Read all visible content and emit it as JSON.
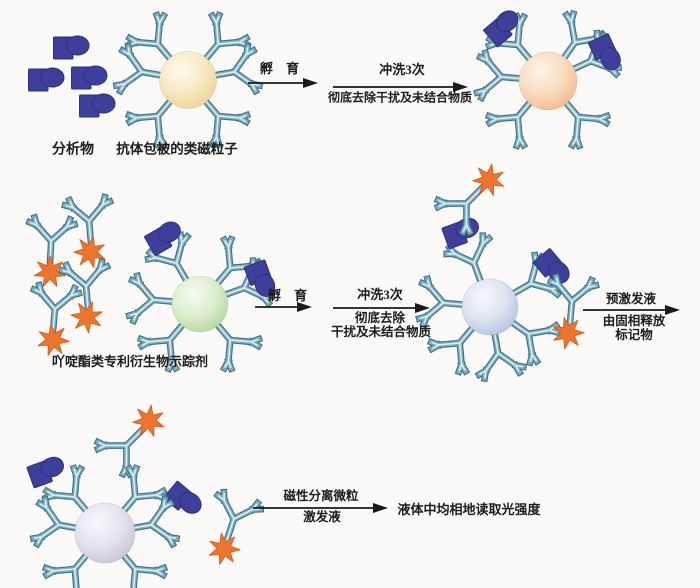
{
  "labels": {
    "analyte": "分析物",
    "particle": "抗体包被的类磁粒子",
    "incubate1": "孵 育",
    "wash1_line1": "冲洗3次",
    "wash1_line2": "彻底去除干扰及未结合物质",
    "tracer": "吖啶酯类专利衍生物示踪剂",
    "incubate2": "孵 育",
    "wash2_line1": "冲洗3次",
    "wash2_line2": "彻底去除",
    "wash2_line3": "干扰及未结合物质",
    "pretrigger_line1": "预激发液",
    "pretrigger_line2": "由固相释放",
    "pretrigger_line3": "标记物",
    "separation_line1": "磁性分离微粒",
    "separation_line2": "激发液",
    "readout": "液体中均相地读取光强度"
  },
  "colors": {
    "background": "#fbfaf8",
    "antibody_mid": "#7fb0c2",
    "antibody_dark": "#3e7084",
    "antibody_light": "#dcf0f5",
    "analyte_blue": "#3d3f9b",
    "tracer_star_orange": "#ec7530",
    "particle_yellow": "#eecd8c",
    "particle_orange": "#f0b488",
    "particle_green": "#abd596",
    "particle_blue": "#aebce0",
    "particle_gray": "#c4bfd3",
    "arrow_black": "#1a1a1a",
    "text": "#1c1c1c"
  },
  "icons": {
    "analyte": "analyte-icon",
    "antibody": "antibody-icon",
    "acridinium_star": "acridinium-star-icon",
    "magnetic_particle": "magnetic-particle-icon",
    "arrow": "arrow-right-icon"
  }
}
